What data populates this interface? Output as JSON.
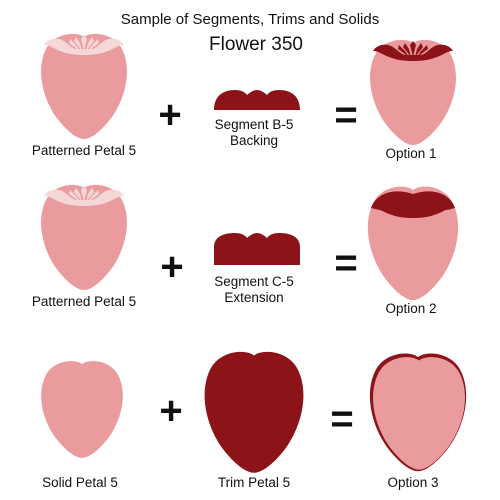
{
  "title": "Sample of Segments, Trims and Solids",
  "subtitle": "Flower 350",
  "colors": {
    "petal_pink": "#e99b9e",
    "trim_dark_red": "#8c1418",
    "pattern_light": "#f6d7d7",
    "background": "#ffffff"
  },
  "rows": [
    {
      "petal_label": "Patterned Petal 5",
      "segment_label_line1": "Segment B-5",
      "segment_label_line2": "Backing",
      "option_label": "Option 1",
      "plus": "+",
      "equals": "="
    },
    {
      "petal_label": "Patterned Petal 5",
      "segment_label_line1": "Segment C-5",
      "segment_label_line2": "Extension",
      "option_label": "Option 2",
      "plus": "+",
      "equals": "="
    },
    {
      "petal_label": "Solid Petal 5",
      "segment_label_line1": "Trim Petal 5",
      "option_label": "Option 3",
      "plus": "+",
      "equals": "="
    }
  ]
}
